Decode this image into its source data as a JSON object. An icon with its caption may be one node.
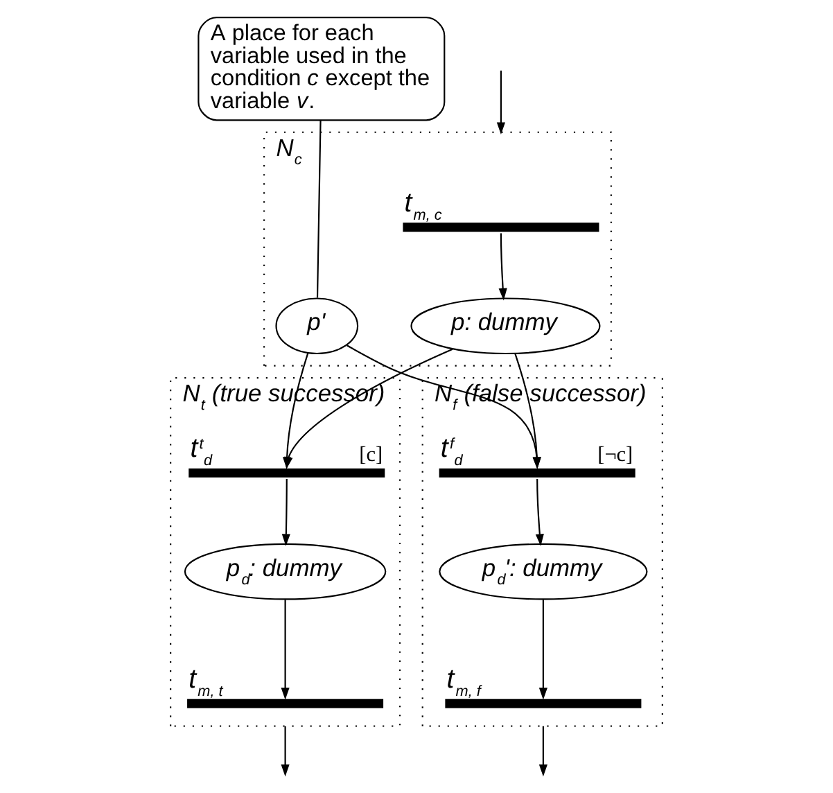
{
  "diagram": {
    "nodes": [
      {
        "text": [
          "N$_{c}$"
        ]
      },
      {
        "text": [
          "t$_{m, c}$"
        ],
        "in": 0
      },
      {
        "text": [
          "p: dummy"
        ],
        "in": 0
      },
      {
        "text": [
          "p'"
        ],
        "in": 0
      },
      {
        "text": [
          "A place for each variable used in the condition *c* except the variable *v*."
        ]
      },
      {
        "text": [
          "N$_{t}$ (true successor)"
        ]
      },
      {
        "text": [
          "t$^{t}$$_{d}$"
        ],
        "in": 5,
        "beside": [
          "[c]"
        ]
      },
      {
        "text": [
          "p$_{d}$: dummy"
        ],
        "in": 5
      },
      {
        "text": [
          "t$_{m, t}$"
        ],
        "in": 5
      },
      {
        "text": [
          "N$_{f}$ (false successor)"
        ]
      },
      {
        "text": [
          "t$^{f}$$_{d}$"
        ],
        "in": 9,
        "beside": [
          "[¬c]"
        ]
      },
      {
        "text": [
          "p$_{d}$': dummy"
        ],
        "in": 9
      },
      {
        "text": [
          "t$_{m, f}$"
        ],
        "in": 9
      }
    ],
    "edges": [
      {
        "from": null,
        "to": 0,
        "arrow": "to"
      },
      {
        "from": 1,
        "to": 2,
        "arrow": "to"
      },
      {
        "from": 2,
        "to": 6,
        "arrow": "to"
      },
      {
        "from": 2,
        "to": 10,
        "arrow": "to"
      },
      {
        "from": 3,
        "to": 6,
        "arrow": "to"
      },
      {
        "from": 3,
        "to": 10,
        "arrow": "to"
      },
      {
        "from": 4,
        "to": 3,
        "arrow": "none"
      },
      {
        "from": 6,
        "to": 7,
        "arrow": "to"
      },
      {
        "from": 7,
        "to": 8,
        "arrow": "to"
      },
      {
        "from": 10,
        "to": 11,
        "arrow": "to"
      },
      {
        "from": 11,
        "to": 12,
        "arrow": "to"
      },
      {
        "from": 5,
        "to": null,
        "arrow": "to"
      },
      {
        "from": 9,
        "to": null,
        "arrow": "to"
      }
    ]
  }
}
